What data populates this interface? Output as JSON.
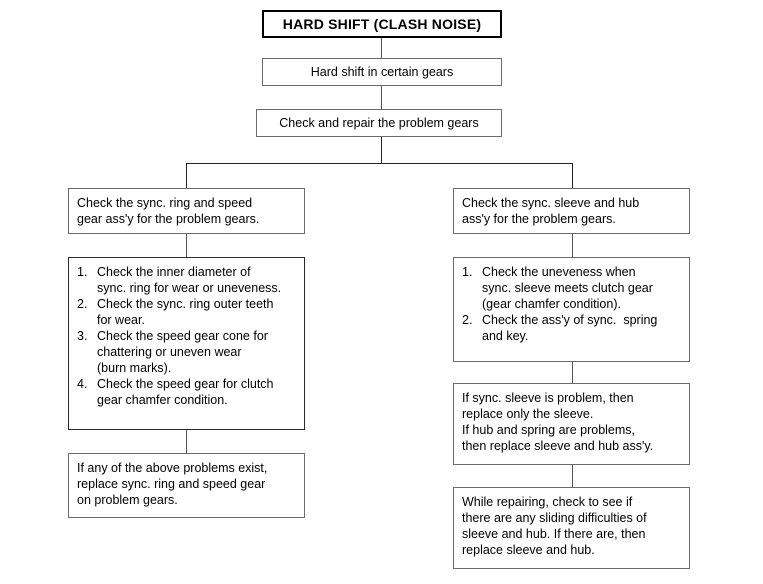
{
  "diagram": {
    "title_box": {
      "label": "HARD SHIFT (CLASH NOISE)"
    },
    "symptom_box": {
      "label": "Hard shift in certain gears"
    },
    "action_box": {
      "label": "Check and repair the problem gears"
    },
    "left_branch": {
      "check_box": {
        "line1": "Check the sync. ring and speed",
        "line2": "gear ass'y for the problem gears."
      },
      "steps_box": {
        "items": [
          {
            "num": "1.",
            "line1": "Check the inner diameter of",
            "line2": "sync. ring for wear or uneveness."
          },
          {
            "num": "2.",
            "line1": "Check the sync. ring outer teeth",
            "line2": "for wear."
          },
          {
            "num": "3.",
            "line1": "Check the speed gear cone for",
            "line2": "chattering or uneven wear",
            "line3": "(burn marks)."
          },
          {
            "num": "4.",
            "line1": "Check the speed gear for clutch",
            "line2": "gear chamfer condition."
          }
        ]
      },
      "result_box": {
        "line1": "If any of the above problems exist,",
        "line2": "replace sync. ring and speed gear",
        "line3": "on problem gears."
      }
    },
    "right_branch": {
      "check_box": {
        "line1": "Check the sync. sleeve and hub",
        "line2": "ass'y for the problem gears."
      },
      "steps_box": {
        "items": [
          {
            "num": "1.",
            "line1": "Check the uneveness when",
            "line2": "sync. sleeve meets clutch gear",
            "line3": "(gear chamfer condition)."
          },
          {
            "num": "2.",
            "line1": "Check the ass'y of sync.  spring",
            "line2": "and key."
          }
        ]
      },
      "result_box": {
        "line1": "If sync. sleeve is problem, then",
        "line2": "replace only the sleeve.",
        "line3": "If hub and spring are problems,",
        "line4": "then replace sleeve and hub ass'y."
      },
      "note_box": {
        "line1": "While repairing, check to see if",
        "line2": "there are any sliding difficulties of",
        "line3": "sleeve and hub. If there are, then",
        "line4": "replace sleeve and hub."
      }
    },
    "colors": {
      "border": "#6b6b6b",
      "title_border": "#000000",
      "connector": "#555555",
      "text": "#000000",
      "background": "#ffffff"
    }
  }
}
